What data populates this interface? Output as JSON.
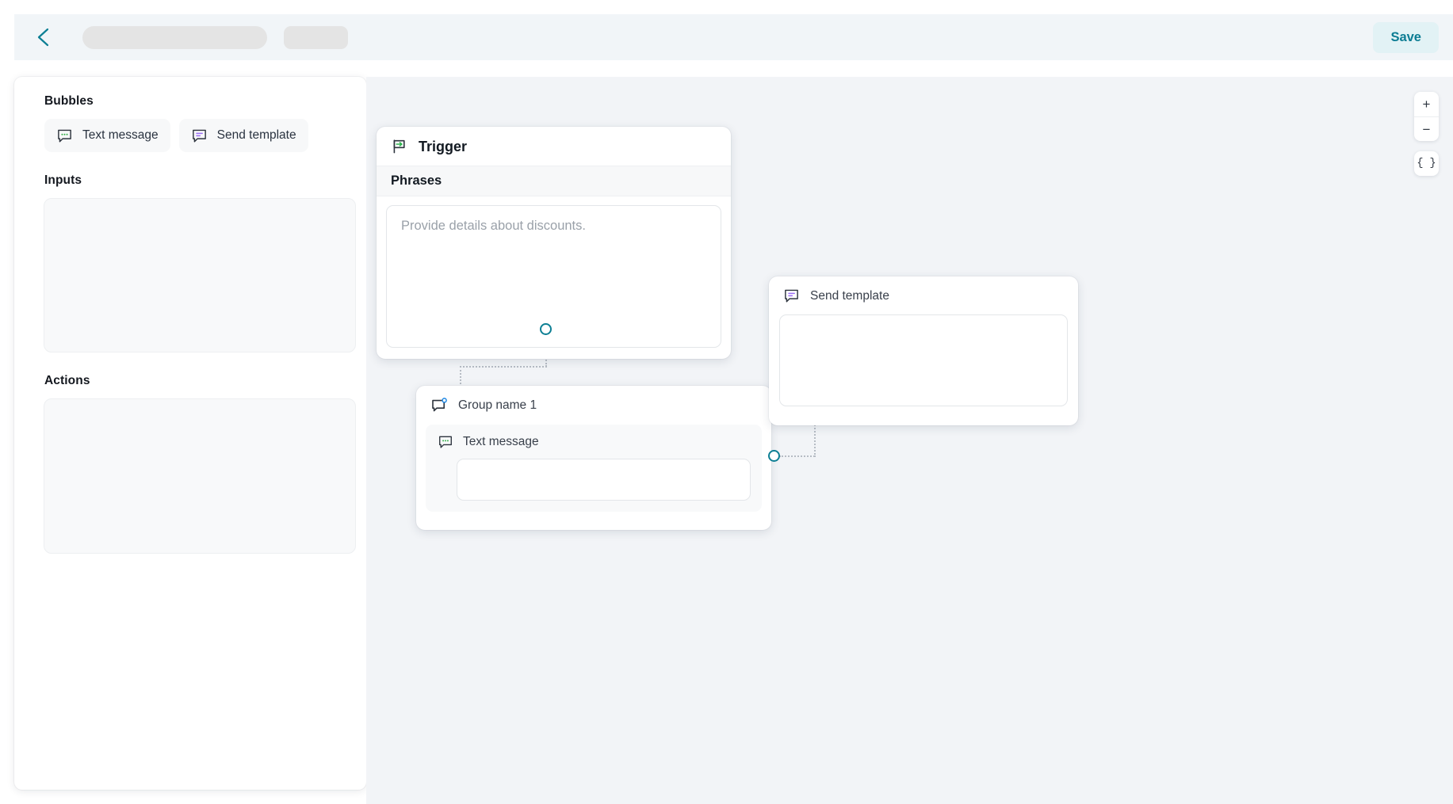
{
  "topbar": {
    "back_icon": "chevron-left-icon",
    "title_placeholder_skeleton": "",
    "subtitle_placeholder_skeleton": "",
    "save_label": "Save",
    "accent_color": "#0b7c93",
    "save_bg": "#e2f2f5",
    "bar_bg": "#f1f5f8"
  },
  "sidebar": {
    "sections": [
      {
        "title": "Bubbles"
      },
      {
        "title": "Inputs"
      },
      {
        "title": "Actions"
      }
    ],
    "bubbles": [
      {
        "label": "Text message",
        "icon": "text-message-bubble-icon",
        "icon_color": "#35b04a"
      },
      {
        "label": "Send template",
        "icon": "send-template-bubble-icon",
        "icon_color": "#9b6cf6"
      }
    ]
  },
  "canvas": {
    "background": "#f2f4f7",
    "zoom_in_label": "+",
    "zoom_out_label": "−",
    "code_label": "{ }",
    "port_color": "#0d7f94",
    "connector_color": "#b6bcc4",
    "nodes": [
      {
        "id": "trigger",
        "title": "Trigger",
        "icon": "flag-trigger-icon",
        "icon_color": "#2bb24c",
        "section_header": "Phrases",
        "field_placeholder": "Provide details about discounts.",
        "field_value": ""
      },
      {
        "id": "group",
        "title": "Group name",
        "title_number": "1",
        "icon": "group-bubble-icon",
        "badge_color": "#1e88e5",
        "items": [
          {
            "label": "Text message",
            "icon": "text-message-bubble-icon",
            "icon_color": "#35b04a",
            "field_value": ""
          }
        ]
      },
      {
        "id": "send-template",
        "title": "Send template",
        "icon": "send-template-bubble-icon",
        "icon_color": "#9b6cf6",
        "field_value": ""
      }
    ]
  }
}
